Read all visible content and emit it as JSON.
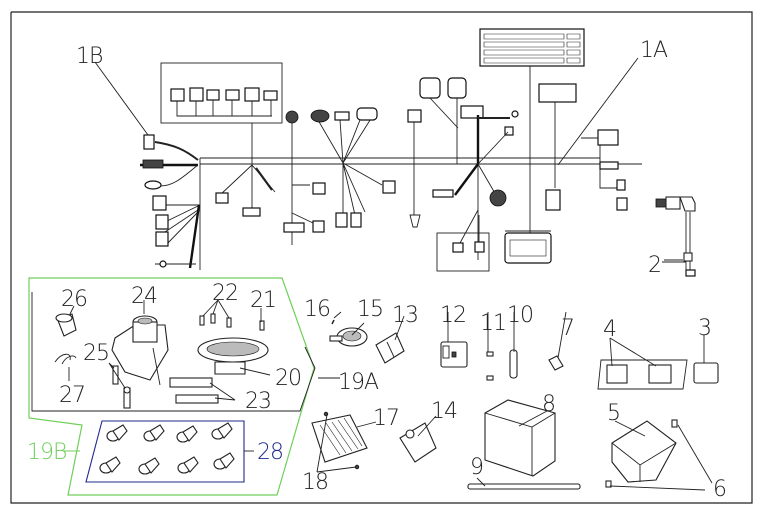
{
  "diagram": {
    "type": "exploded-parts-diagram",
    "subject": "wiring harness and electrical components",
    "harness_labels": {
      "main_harness": "1A",
      "sub_harness": "1B"
    },
    "callouts": [
      {
        "id": "2"
      },
      {
        "id": "3"
      },
      {
        "id": "4"
      },
      {
        "id": "5"
      },
      {
        "id": "6"
      },
      {
        "id": "7"
      },
      {
        "id": "8"
      },
      {
        "id": "9"
      },
      {
        "id": "10"
      },
      {
        "id": "11"
      },
      {
        "id": "12"
      },
      {
        "id": "13"
      },
      {
        "id": "14"
      },
      {
        "id": "15"
      },
      {
        "id": "16"
      },
      {
        "id": "17"
      },
      {
        "id": "18"
      },
      {
        "id": "19A"
      },
      {
        "id": "19B"
      },
      {
        "id": "20"
      },
      {
        "id": "21"
      },
      {
        "id": "22"
      },
      {
        "id": "23"
      },
      {
        "id": "24"
      },
      {
        "id": "25"
      },
      {
        "id": "26"
      },
      {
        "id": "27"
      },
      {
        "id": "28"
      }
    ],
    "groups": {
      "ignition_lock_set": "19A",
      "lock_set_with_fasteners": "19B",
      "nut_set": "28"
    },
    "colors": {
      "group_19B_outline": "#6fcf5a",
      "group_28_outline": "#1e2a8a",
      "line": "#222222"
    }
  }
}
